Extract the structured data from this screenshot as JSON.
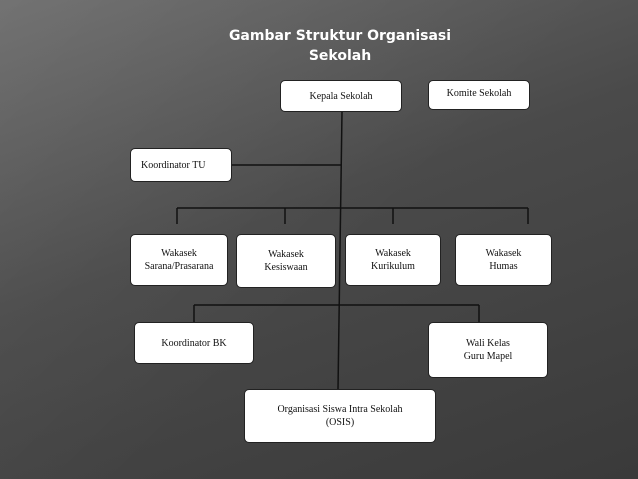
{
  "title": "Gambar Struktur Organisasi\nSekolah",
  "nodes": {
    "kepala": "Kepala Sekolah",
    "komite": "Komite Sekolah",
    "tu": "Koordinator TU",
    "sarpras": "Wakasek\nSarana/Prasarana",
    "kesiswaan": "Wakasek\nKesiswaan",
    "kurikulum": "Wakasek\nKurikulum",
    "humas": "Wakasek\nHumas",
    "bk": "Koordinator BK",
    "walikelas": "Wali Kelas\nGuru Mapel",
    "osis": "Organisasi Siswa Intra Sekolah\n(OSIS)"
  },
  "colors": {
    "line": "#111111",
    "box": "#ffffff",
    "title": "#ffffff"
  }
}
